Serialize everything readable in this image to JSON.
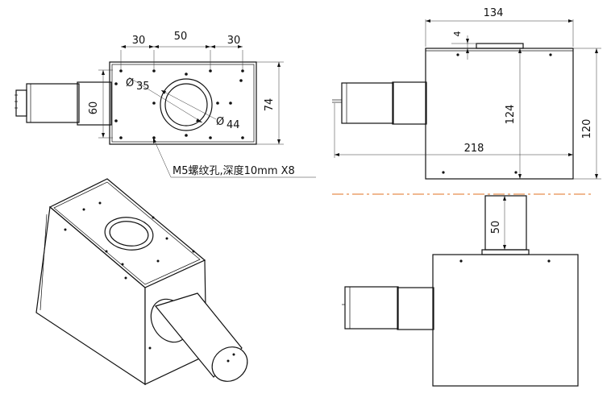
{
  "dims": {
    "top": {
      "d30_left": "30",
      "d50": "50",
      "d30_right": "30",
      "d60": "60",
      "d74": "74",
      "dia35": "35",
      "dia44": "44"
    },
    "right": {
      "d134": "134",
      "d4": "4",
      "d124": "124",
      "d218": "218",
      "d120": "120"
    },
    "front": {
      "d50": "50"
    }
  },
  "note": "M5螺纹孔,深度10mm X8",
  "symbols": {
    "diameter": "Ø"
  },
  "colors": {
    "line": "#111111",
    "section": "#e07020"
  }
}
